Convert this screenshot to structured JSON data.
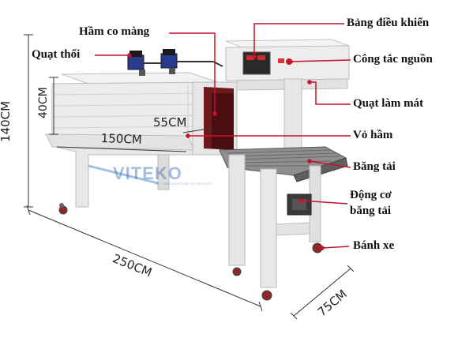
{
  "labels": {
    "ham_co_mang": "Hầm co màng",
    "quat_thoi": "Quạt thổi",
    "bang_dieu_khien": "Bảng điều khiển",
    "cong_tac_nguon": "Công tắc nguồn",
    "quat_lam_mat": "Quạt làm mát",
    "vo_ham": "Vỏ hầm",
    "bang_tai": "Băng tải",
    "dong_co_line1": "Động cơ",
    "dong_co_line2": "băng tải",
    "banh_xe": "Bánh xe"
  },
  "dimensions": {
    "height": "140CM",
    "tunnel_height": "40CM",
    "tunnel_width": "55CM",
    "tunnel_length": "150CM",
    "length": "250CM",
    "width": "75CM"
  },
  "logo": {
    "text": "VITEKO",
    "subtitle": "VIET NAM INDUSTRIAL TECHNOLOGY"
  },
  "colors": {
    "callout_line": "#c8102e",
    "machine_body": "#ececea",
    "tunnel_interior": "#6e1a1c"
  }
}
